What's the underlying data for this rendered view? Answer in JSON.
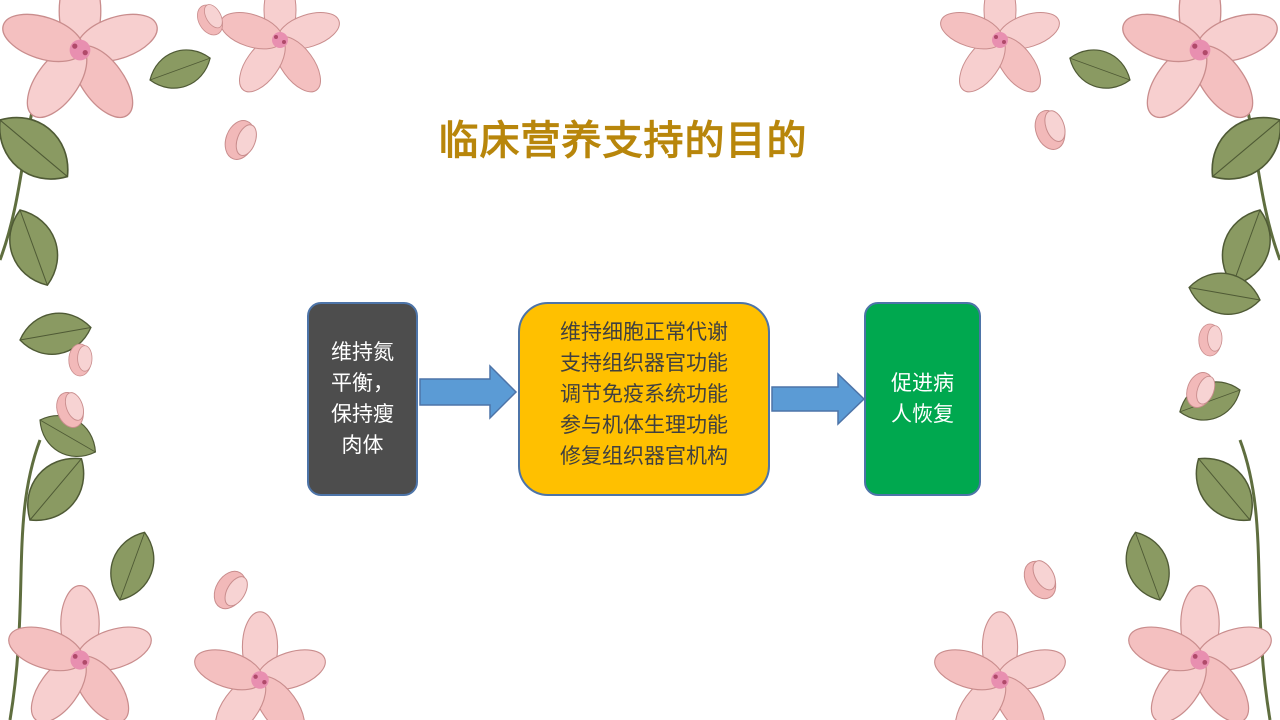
{
  "slide": {
    "title": "临床营养支持的目的",
    "title_color": "#b8860b"
  },
  "flow": {
    "left": {
      "lines": [
        "维持氮",
        "平衡，",
        "保持瘦",
        "肉体"
      ],
      "color": "#4d4d4d"
    },
    "middle": {
      "lines": [
        "维持细胞正常代谢",
        "支持组织器官功能",
        "调节免疫系统功能",
        "参与机体生理功能",
        "修复组织器官机构"
      ],
      "color": "#ffc000"
    },
    "right": {
      "lines": [
        "促进病",
        "人恢复"
      ],
      "color": "#00a84f"
    },
    "arrow_color": "#5b9bd5",
    "border_color": "#4d74a8"
  },
  "decor": {
    "petal_color": "#f6c8c8",
    "leaf_color": "#7d8f5c"
  }
}
